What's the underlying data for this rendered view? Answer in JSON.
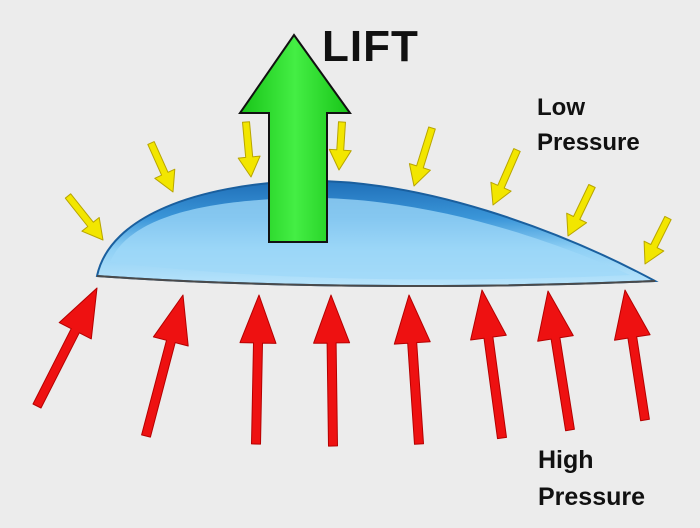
{
  "diagram": {
    "lift_label": "LIFT",
    "low_pressure": {
      "line1": "Low",
      "line2": "Pressure"
    },
    "high_pressure": {
      "line1": "High",
      "line2": "Pressure"
    }
  },
  "colors": {
    "background": "#ececec",
    "lift_arrow": "#22dd22",
    "low_pressure_arrows": "#f2e600",
    "high_pressure_arrows": "#ee1111",
    "airfoil_light": "#8fd0f5",
    "airfoil_dark": "#1f6fb8"
  },
  "icons": {
    "lift_arrow": "up-arrow-icon",
    "low_pressure_arrow": "downward-arrow-icon",
    "high_pressure_arrow": "upward-arrow-icon"
  }
}
